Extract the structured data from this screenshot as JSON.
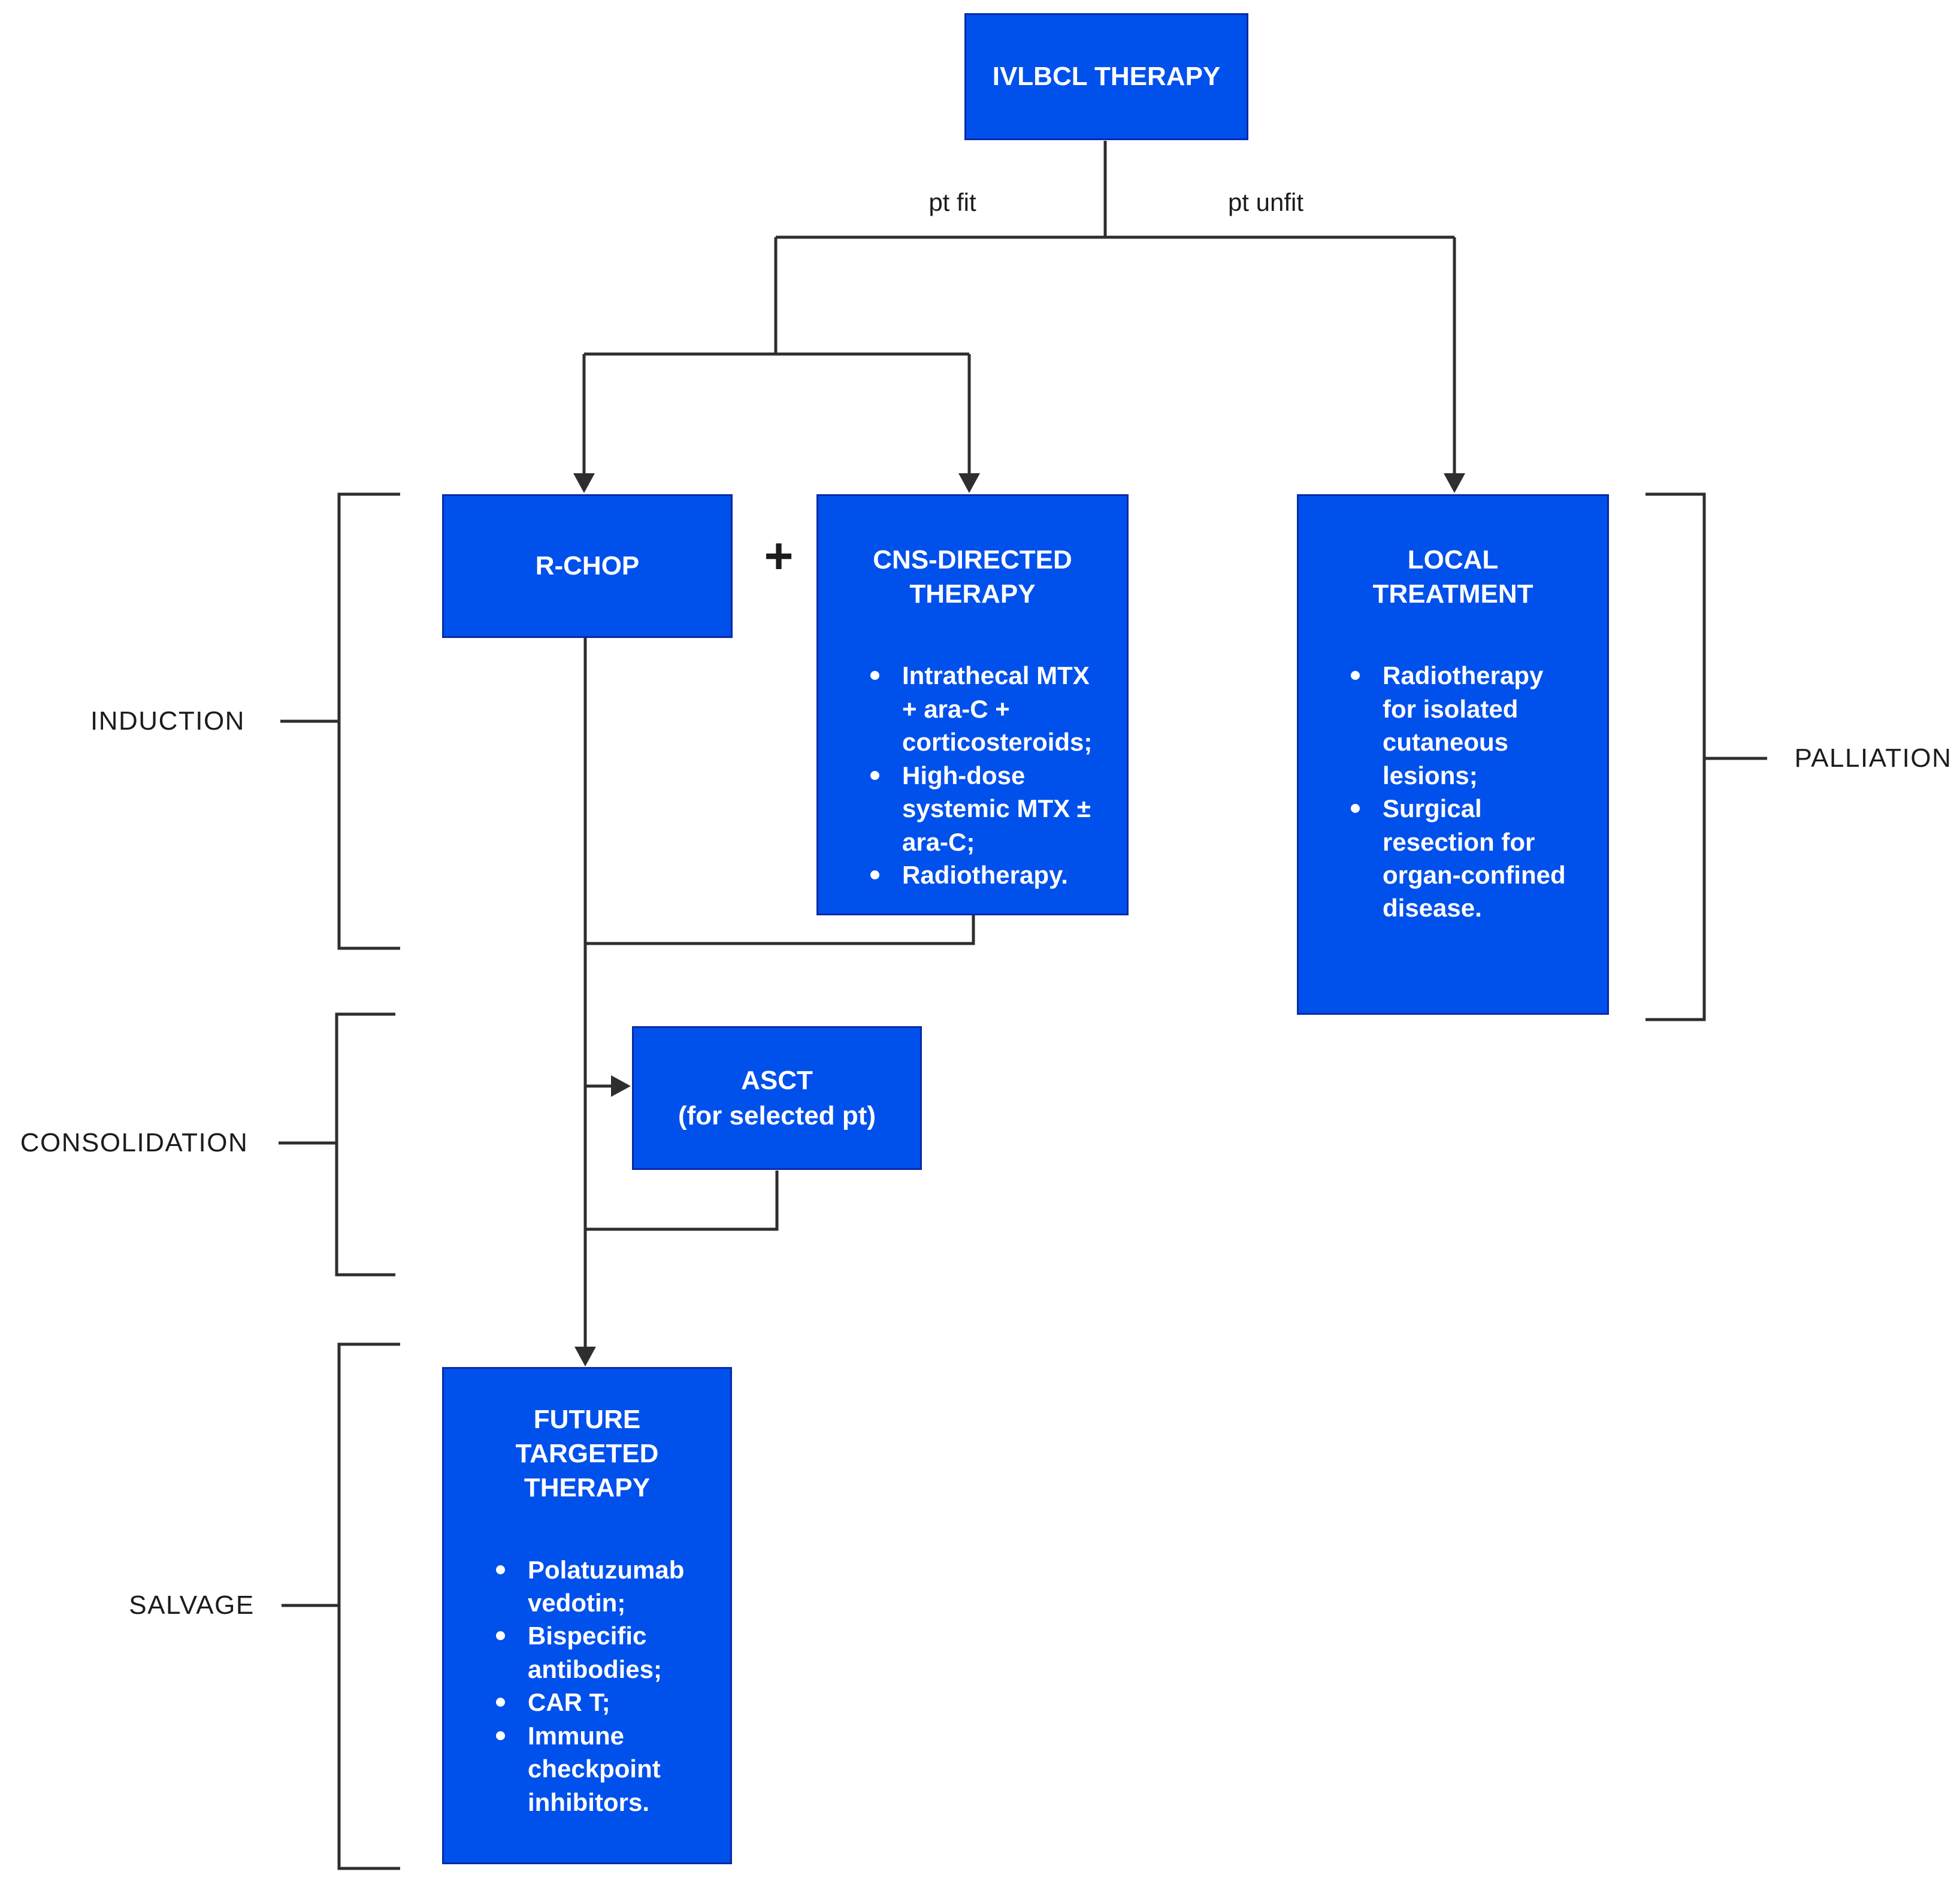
{
  "figure": {
    "root_label": "IVLBCL THERAPY",
    "branch_left_label": "pt fit",
    "branch_right_label": "pt unfit",
    "plus_sign": "+",
    "boxes": {
      "rchop": {
        "title": "R-CHOP"
      },
      "cns": {
        "title": "CNS-DIRECTED THERAPY",
        "bullets": [
          "Intrathecal MTX + ara-C + corticosteroids;",
          "High-dose systemic MTX ± ara-C;",
          "Radiotherapy."
        ]
      },
      "local": {
        "title": "LOCAL TREATMENT",
        "bullets": [
          "Radiotherapy for isolated cutaneous lesions;",
          "Surgical resection for organ-confined disease."
        ]
      },
      "asct": {
        "title": "ASCT",
        "subtitle": "(for selected pt)"
      },
      "future": {
        "title": "FUTURE TARGETED THERAPY",
        "bullets": [
          "Polatuzumab vedotin;",
          "Bispecific antibodies;",
          "CAR T;",
          "Immune checkpoint inhibitors."
        ]
      }
    },
    "stage_labels": {
      "induction": "INDUCTION",
      "consolidation": "CONSOLIDATION",
      "salvage": "SALVAGE",
      "palliation": "PALLIATION"
    },
    "colors": {
      "box_fill": "#0050EB",
      "box_border": "#0B2AA8",
      "connector": "#2E2E2E",
      "box_text": "#FFFFFF",
      "label_text": "#1C1C1C"
    }
  }
}
